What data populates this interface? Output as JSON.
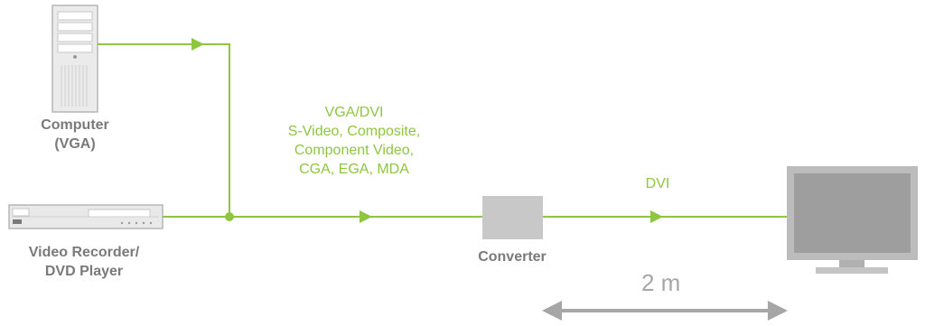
{
  "devices": {
    "computer": {
      "icon": "computer-tower-icon",
      "label_lines": [
        "Computer",
        "(VGA)"
      ]
    },
    "video_recorder": {
      "icon": "video-recorder-icon",
      "label_lines": [
        "Video Recorder/",
        "DVD Player"
      ]
    },
    "converter": {
      "icon": "converter-box-icon",
      "label": "Converter"
    },
    "monitor": {
      "icon": "monitor-icon"
    }
  },
  "signals": {
    "input_lines": [
      "VGA/DVI",
      "S-Video, Composite,",
      "Component Video,",
      "CGA, EGA, MDA"
    ],
    "output": "DVI"
  },
  "distance": {
    "label": "2 m"
  },
  "colors": {
    "connection": "#8dc63f",
    "device_label": "#7a7a7a",
    "device_fill": "#e6e6e6",
    "converter_fill": "#c8c8c8",
    "monitor_frame": "#bcbcbc",
    "distance_arrow": "#a6a6a6"
  }
}
